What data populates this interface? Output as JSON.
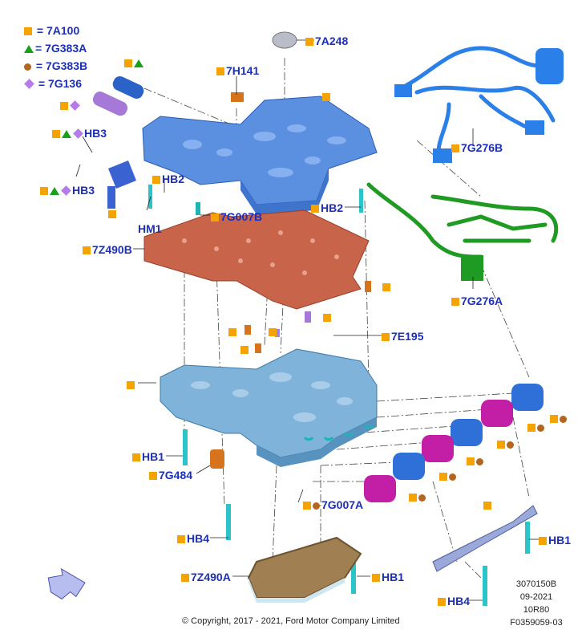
{
  "legend": [
    {
      "symbol": "square",
      "code": "7A100"
    },
    {
      "symbol": "triangle",
      "code": "7G383A"
    },
    {
      "symbol": "circle",
      "code": "7G383B"
    },
    {
      "symbol": "diamond",
      "code": "7G136"
    }
  ],
  "legend_eq": "=",
  "labels": {
    "a7A248": "7A248",
    "a7H141": "7H141",
    "a7G276B": "7G276B",
    "aHB3_top": "HB3",
    "aHB3_bot": "HB3",
    "aHB2_left": "HB2",
    "aHM1": "HM1",
    "a7G007B": "7G007B",
    "aHB2_right": "HB2",
    "a7Z490B": "7Z490B",
    "a7G276A": "7G276A",
    "a7E195": "7E195",
    "aHB1_left": "HB1",
    "a7G484": "7G484",
    "a7G007A": "7G007A",
    "aHB4_left": "HB4",
    "aHB1_right": "HB1",
    "aHB1_bottom": "HB1",
    "a7Z490A": "7Z490A",
    "aHB4_right": "HB4"
  },
  "footer": {
    "copyright": "© Copyright, 2017 - 2021, Ford Motor Company Limited",
    "ref1": "3070150B",
    "ref2": "09-2021",
    "ref3": "10R80",
    "ref4": "F0359059-03"
  },
  "colors": {
    "label_blue": "#1c2fb8",
    "marker_orange": "#f5a300",
    "marker_green": "#1aa01a",
    "marker_brown": "#b5651d",
    "marker_purple": "#b57be8",
    "upper_body": "#5b8fe0",
    "separator_plate": "#c8644a",
    "lower_body": "#7fb3d9",
    "harness_green": "#1f9a22",
    "harness_blue": "#2a80e8",
    "solenoid_blue": "#2f6fd8",
    "solenoid_magenta": "#c21fa6",
    "gasket_brown": "#a07f52",
    "bracket": "#9aa9d9"
  }
}
